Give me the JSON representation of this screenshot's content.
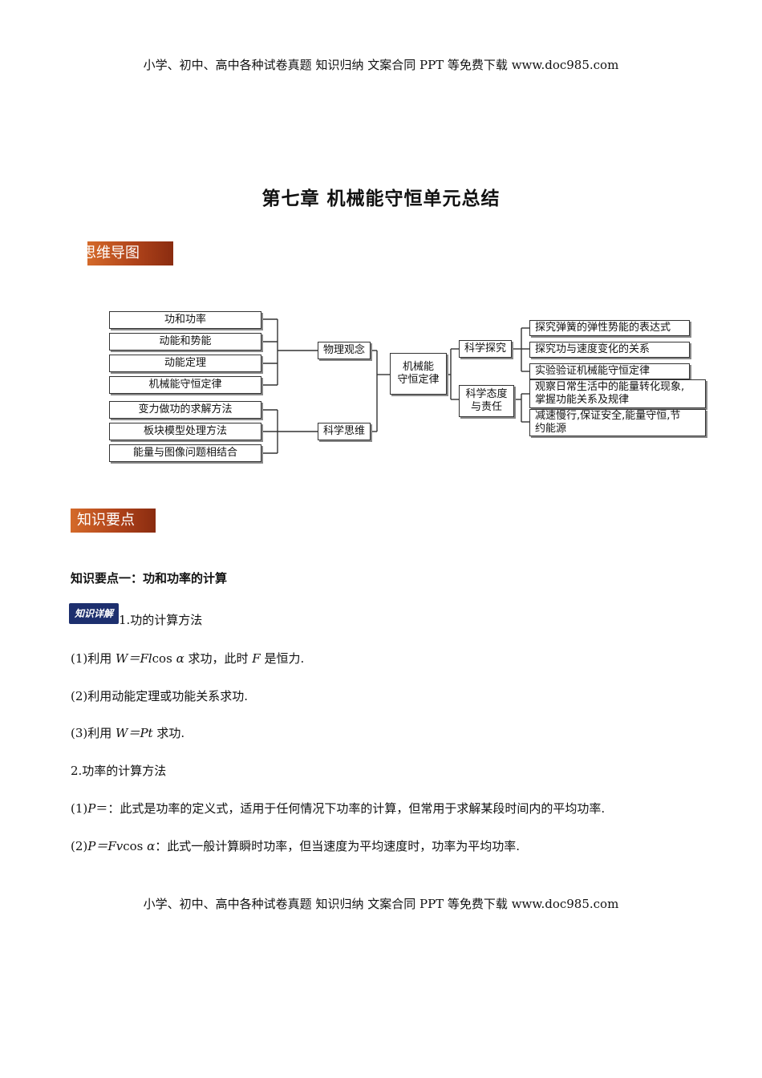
{
  "header": {
    "text": "小学、初中、高中各种试卷真题  知识归纳  文案合同  PPT 等免费下载      www.doc985.com"
  },
  "footer": {
    "text": "小学、初中、高中各种试卷真题  知识归纳  文案合同  PPT 等免费下载      www.doc985.com"
  },
  "title": "第七章    机械能守恒单元总结",
  "banner_mindmap": "思维导图",
  "banner_points": "知识要点",
  "mindmap": {
    "left_group_1": [
      "功和功率",
      "动能和势能",
      "动能定理",
      "机械能守恒定律"
    ],
    "left_group_2": [
      "变力做功的求解方法",
      "板块模型处理方法",
      "能量与图像问题相结合"
    ],
    "mid_1": "物理观念",
    "mid_2": "科学思维",
    "center_line1": "机械能",
    "center_line2": "守恒定律",
    "right_mid_1": "科学探究",
    "right_mid_2_line1": "科学态度",
    "right_mid_2_line2": "与责任",
    "right_group_1": [
      "探究弹簧的弹性势能的表达式",
      "探究功与速度变化的关系",
      "实验验证机械能守恒定律"
    ],
    "right_group_2_a_line1": "观察日常生活中的能量转化现象,",
    "right_group_2_a_line2": "掌握功能关系及规律",
    "right_group_2_b_line1": "减速慢行,保证安全,能量守恒,节",
    "right_group_2_b_line2": "约能源"
  },
  "section": {
    "heading": "知识要点一：功和功率的计算",
    "badge": "知识详解",
    "p1": "1.功的计算方法",
    "p2_pre": "(1)利用 ",
    "p2_formula": "W＝Fl",
    "p2_mid": "cos ",
    "p2_alpha": "α",
    "p2_post1": " 求功，此时 ",
    "p2_F": "F",
    "p2_post2": " 是恒力.",
    "p3": "(2)利用动能定理或功能关系求功.",
    "p4_pre": "(3)利用 ",
    "p4_formula": "W＝Pt",
    "p4_post": " 求功.",
    "p5": "2.功率的计算方法",
    "p6_pre": "(1)",
    "p6_P": "P",
    "p6_post": "＝：此式是功率的定义式，适用于任何情况下功率的计算，但常用于求解某段时间内的平均功率.",
    "p7_pre": "(2)",
    "p7_formula": "P＝Fv",
    "p7_mid": "cos ",
    "p7_alpha": "α",
    "p7_post": "：此式一般计算瞬时功率，但当速度为平均速度时，功率为平均功率."
  }
}
